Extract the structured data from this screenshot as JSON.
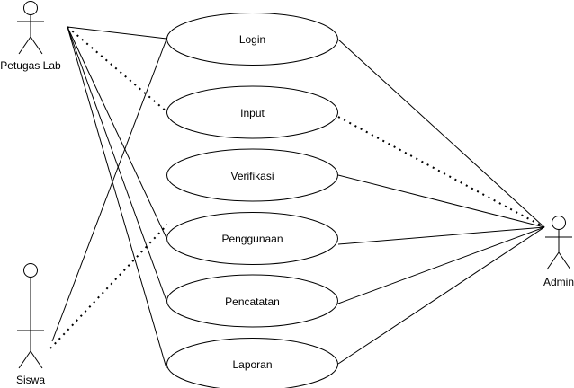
{
  "actors": {
    "petugas_lab": "Petugas Lab",
    "siswa": "Siswa",
    "admin": "Admin"
  },
  "use_cases": {
    "login": "Login",
    "input": "Input",
    "verifikasi": "Verifikasi",
    "penggunaan": "Penggunaan",
    "pencatatan": "Pencatatan",
    "laporan": "Laporan"
  },
  "colors": {
    "stroke": "#000000",
    "fill": "#ffffff"
  }
}
